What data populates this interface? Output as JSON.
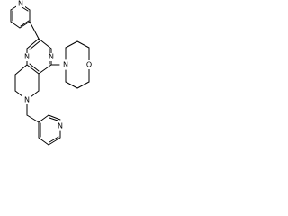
{
  "molecule": {
    "atoms": {
      "n_pyr_top": "N",
      "n_quin_1": "N",
      "n_quin_3": "N",
      "n_morph": "N",
      "o_morph": "O",
      "n_pip": "N",
      "n_pyr_bottom": "N"
    }
  }
}
